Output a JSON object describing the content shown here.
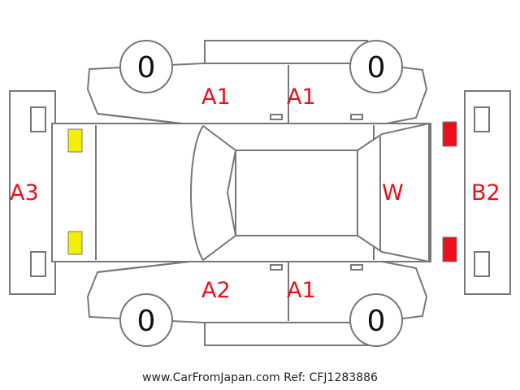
{
  "tires": {
    "front_left": "0",
    "front_right": "0",
    "rear_left": "0",
    "rear_right": "0"
  },
  "damage_codes": {
    "left_front_door": "A1",
    "left_rear_door": "A1",
    "right_front_door": "A2",
    "right_rear_door": "A1",
    "front_bumper": "A3",
    "windshield": "W",
    "rear_bumper": "B2"
  },
  "markers": {
    "front_lights_color": "#f2ef00",
    "rear_lights_color": "#e8101a"
  },
  "footer": "www.CarFromJapan.com Ref: CFJ1283886"
}
